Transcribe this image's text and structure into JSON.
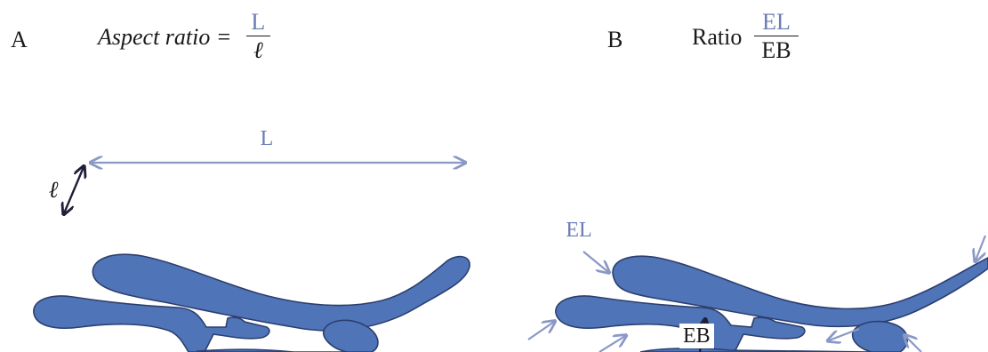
{
  "panel_a": {
    "letter": "A",
    "label": "Aspect ratio =",
    "numerator": "L",
    "denominator": "ℓ",
    "length_label": "L",
    "width_label": "ℓ"
  },
  "panel_b": {
    "letter": "B",
    "label": "Ratio",
    "numerator": "EL",
    "denominator": "EB",
    "el_label": "EL",
    "eb_label": "EB"
  },
  "colors": {
    "organelle_fill": "#4f74b8",
    "organelle_outline": "#2c3f6e",
    "arrow_light": "#8a98c6",
    "arrow_dark": "#1f1f3a",
    "label_blue": "#6a7bb5"
  }
}
